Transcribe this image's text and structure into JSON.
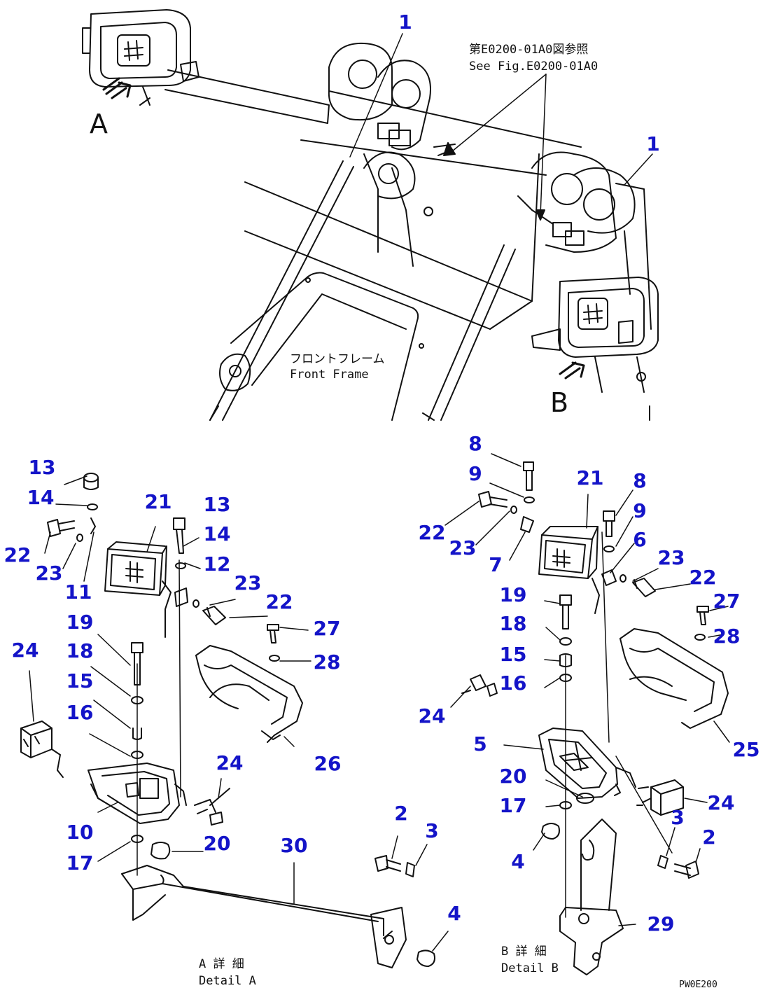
{
  "colors": {
    "line": "#111111",
    "callout": "#1414c8",
    "background": "#ffffff"
  },
  "notes": {
    "see_fig_jp": "第E0200-01A0図参照",
    "see_fig_en": "See Fig.E0200-01A0",
    "front_frame_jp": "フロントフレーム",
    "front_frame_en": "Front Frame",
    "detail_a_jp": "A 詳 細",
    "detail_a_en": "Detail A",
    "detail_b_jp": "B 詳 細",
    "detail_b_en": "Detail B",
    "drawing_code": "PW0E200"
  },
  "view_letters": {
    "a": "A",
    "b": "B"
  },
  "callouts": {
    "main": [
      {
        "id": "main-1-left",
        "label": "1"
      },
      {
        "id": "main-1-right",
        "label": "1"
      }
    ],
    "detail_a": [
      {
        "id": "a-13-left",
        "label": "13"
      },
      {
        "id": "a-14-left",
        "label": "14"
      },
      {
        "id": "a-22-left",
        "label": "22"
      },
      {
        "id": "a-23-left",
        "label": "23"
      },
      {
        "id": "a-11",
        "label": "11"
      },
      {
        "id": "a-21",
        "label": "21"
      },
      {
        "id": "a-13-right",
        "label": "13"
      },
      {
        "id": "a-14-right",
        "label": "14"
      },
      {
        "id": "a-12",
        "label": "12"
      },
      {
        "id": "a-23-right",
        "label": "23"
      },
      {
        "id": "a-22-right",
        "label": "22"
      },
      {
        "id": "a-27",
        "label": "27"
      },
      {
        "id": "a-28",
        "label": "28"
      },
      {
        "id": "a-19",
        "label": "19"
      },
      {
        "id": "a-24-left",
        "label": "24"
      },
      {
        "id": "a-18",
        "label": "18"
      },
      {
        "id": "a-15",
        "label": "15"
      },
      {
        "id": "a-16",
        "label": "16"
      },
      {
        "id": "a-26",
        "label": "26"
      },
      {
        "id": "a-24-right",
        "label": "24"
      },
      {
        "id": "a-10",
        "label": "10"
      },
      {
        "id": "a-2",
        "label": "2"
      },
      {
        "id": "a-3",
        "label": "3"
      },
      {
        "id": "a-30",
        "label": "30"
      },
      {
        "id": "a-20",
        "label": "20"
      },
      {
        "id": "a-17",
        "label": "17"
      },
      {
        "id": "a-4",
        "label": "4"
      }
    ],
    "detail_b": [
      {
        "id": "b-8-top",
        "label": "8"
      },
      {
        "id": "b-9-top",
        "label": "9"
      },
      {
        "id": "b-21",
        "label": "21"
      },
      {
        "id": "b-8-right",
        "label": "8"
      },
      {
        "id": "b-9-right",
        "label": "9"
      },
      {
        "id": "b-22-left",
        "label": "22"
      },
      {
        "id": "b-23-left",
        "label": "23"
      },
      {
        "id": "b-6",
        "label": "6"
      },
      {
        "id": "b-7",
        "label": "7"
      },
      {
        "id": "b-23-right",
        "label": "23"
      },
      {
        "id": "b-22-right",
        "label": "22"
      },
      {
        "id": "b-19",
        "label": "19"
      },
      {
        "id": "b-27",
        "label": "27"
      },
      {
        "id": "b-18",
        "label": "18"
      },
      {
        "id": "b-28",
        "label": "28"
      },
      {
        "id": "b-15",
        "label": "15"
      },
      {
        "id": "b-16",
        "label": "16"
      },
      {
        "id": "b-24-left",
        "label": "24"
      },
      {
        "id": "b-5",
        "label": "5"
      },
      {
        "id": "b-25",
        "label": "25"
      },
      {
        "id": "b-20",
        "label": "20"
      },
      {
        "id": "b-17",
        "label": "17"
      },
      {
        "id": "b-24-right",
        "label": "24"
      },
      {
        "id": "b-3",
        "label": "3"
      },
      {
        "id": "b-2",
        "label": "2"
      },
      {
        "id": "b-4",
        "label": "4"
      },
      {
        "id": "b-29",
        "label": "29"
      }
    ]
  }
}
